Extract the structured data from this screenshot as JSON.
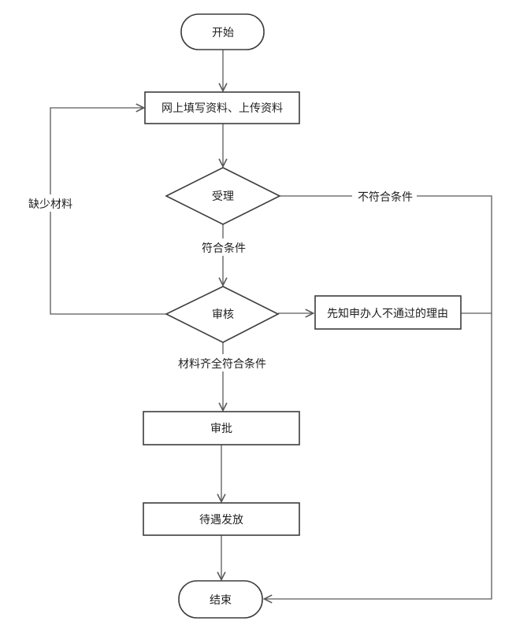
{
  "diagram": {
    "type": "flowchart",
    "background": "#ffffff",
    "colors": {
      "shape_border": "#3c3c3c",
      "connector": "#5a5a5a",
      "text": "#1f1f1f",
      "shape_fill": "#ffffff"
    },
    "nodes": {
      "start": {
        "label": "开始",
        "type": "terminator"
      },
      "fill_upload": {
        "label": "网上填写资料、上传资料",
        "type": "process"
      },
      "accept": {
        "label": "受理",
        "type": "decision"
      },
      "review": {
        "label": "审核",
        "type": "decision"
      },
      "notify_reason": {
        "label": "先知申办人不通过的理由",
        "type": "process"
      },
      "approve": {
        "label": "审批",
        "type": "process"
      },
      "benefit": {
        "label": "待遇发放",
        "type": "process"
      },
      "end": {
        "label": "结束",
        "type": "terminator"
      }
    },
    "edge_labels": {
      "not_qualified": "不符合条件",
      "qualified": "符合条件",
      "materials_complete": "材料齐全符合条件",
      "missing_materials": "缺少材料"
    },
    "flow": [
      "start -> fill_upload",
      "fill_upload -> accept",
      "accept -(qualified)-> review",
      "accept -(not_qualified)-> end",
      "review -(materials_complete)-> approve",
      "review -> notify_reason -> end",
      "review -(missing_materials)-> fill_upload",
      "approve -> benefit",
      "benefit -> end"
    ]
  }
}
